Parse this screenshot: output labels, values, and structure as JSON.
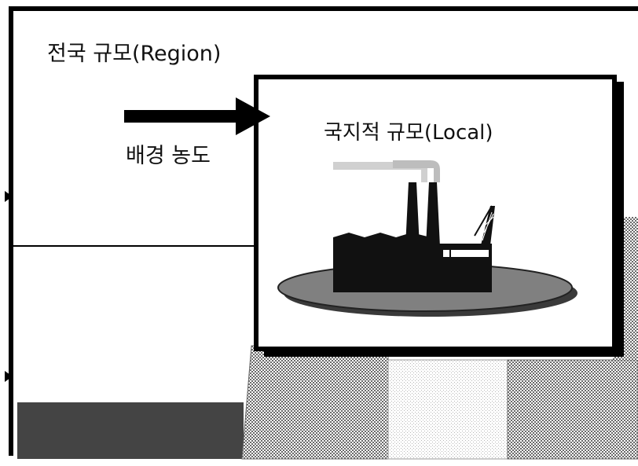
{
  "diagram": {
    "region_label": "전국 규모(Region)",
    "background_label": "배경 농도",
    "local_label": "국지적 규모(Local)",
    "icons": [
      "factory-icon",
      "arrow-right-icon"
    ],
    "colors": {
      "line": "#000000",
      "dark_block": "#444444",
      "ellipse_fill": "#808080",
      "ellipse_shadow": "#3a3a3a",
      "factory": "#111111",
      "smoke": "#d0d0d0"
    }
  }
}
